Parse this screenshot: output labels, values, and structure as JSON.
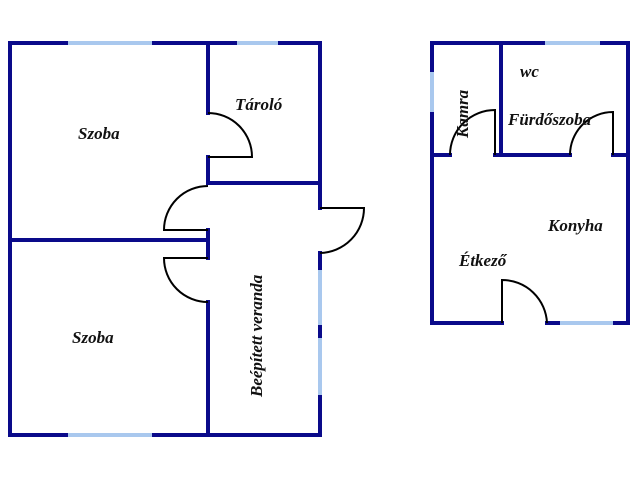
{
  "plan": {
    "rooms": {
      "szoba_top": "Szoba",
      "szoba_bottom": "Szoba",
      "tarolo": "Tároló",
      "veranda": "Beépített veranda",
      "kamra": "Kamra",
      "wc": "wc",
      "furdoszoba": "Fürdőszoba",
      "konyha": "Konyha",
      "etkezo": "Étkező"
    },
    "colors": {
      "wall": "#0a0a8a",
      "window": "#a9c8ee",
      "door": "#000000"
    }
  }
}
